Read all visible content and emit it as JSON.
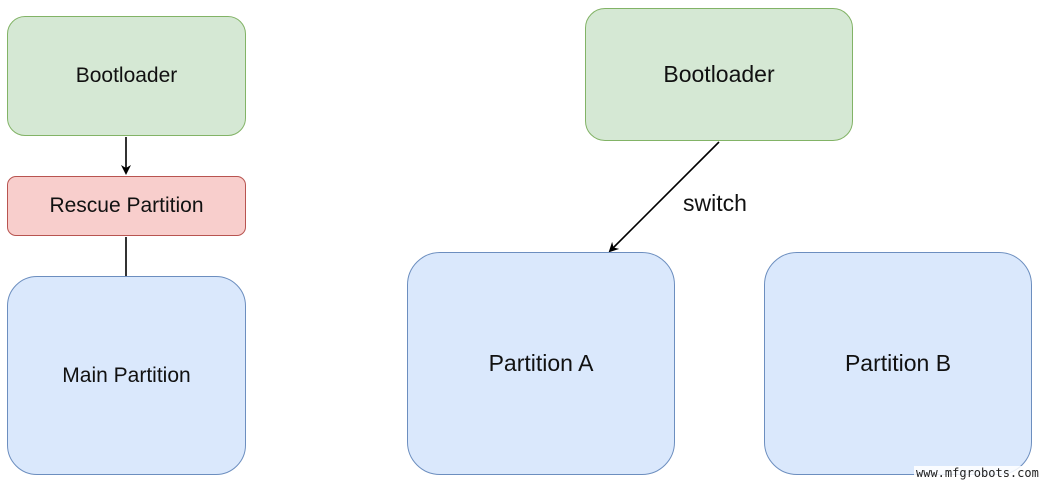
{
  "left_diagram": {
    "bootloader": "Bootloader",
    "rescue_partition": "Rescue Partition",
    "main_partition": "Main Partition"
  },
  "right_diagram": {
    "bootloader": "Bootloader",
    "switch_label": "switch",
    "partition_a": "Partition A",
    "partition_b": "Partition B"
  },
  "watermark": "www.mfgrobots.com",
  "colors": {
    "green_fill": "#d5e8d4",
    "green_stroke": "#82b366",
    "red_fill": "#f8cecc",
    "red_stroke": "#b85450",
    "blue_fill": "#dae8fc",
    "blue_stroke": "#6c8ebf",
    "arrow": "#000000"
  }
}
